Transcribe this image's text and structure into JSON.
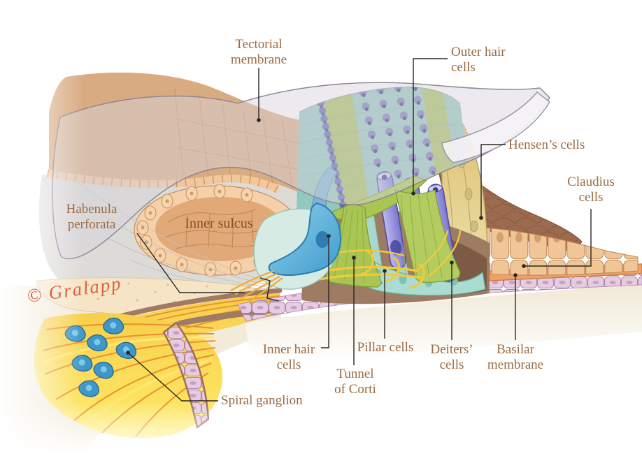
{
  "figure": {
    "labels": {
      "tectorial_membrane": "Tectorial\nmembrane",
      "outer_hair_cells": "Outer hair\ncells",
      "hensens_cells": "Hensen’s cells",
      "claudius_cells": "Claudius\ncells",
      "habenula_perforata": "Habenula\nperforata",
      "inner_sulcus": "Inner sulcus",
      "inner_hair_cells": "Inner hair\ncells",
      "pillar_cells": "Pillar cells",
      "tunnel_of_corti": "Tunnel\nof Corti",
      "deiters_cells": "Deiters’\ncells",
      "basilar_membrane": "Basilar\nmembrane",
      "spiral_ganglion": "Spiral ganglion"
    },
    "signature": "© Gralapp",
    "palette": {
      "label_text": "#9c6b40",
      "in_situ_text": "#8a5127",
      "leader_line": "#2b2622",
      "signature": "#e2603f",
      "tectorial_membrane": "#d8d4dc",
      "limbus_tan": "#d9ab81",
      "inner_sulcus_cavity": "#e0a977",
      "gray_space": "#dcdbd7",
      "nerve_yellow": "#f8d24c",
      "fiber_orange": "#e89030",
      "ganglion_cell_blue": "#3f97c9",
      "basilar_orange": "#efa066",
      "tympanic_lavender": "#e7cce0",
      "blood_cell_red": "#cf4b59",
      "reticular_teal": "#92c8be",
      "pillar_green": "#a9c553",
      "outer_hair_cell_purple": "#8d89dc",
      "inner_hair_cell_blue": "#54aed8",
      "deiters_teal": "#abdcd2",
      "hensen_yellow": "#ebdfa5",
      "claudius_peach": "#f0c697",
      "dark_brown": "#9c6b4f"
    }
  }
}
